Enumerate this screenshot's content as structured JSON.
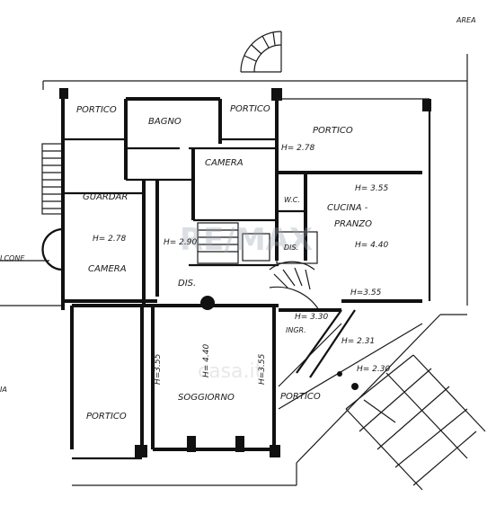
{
  "labels": {
    "area": "AREA",
    "portico_top_left": "PORTICO",
    "bagno": "BAGNO",
    "portico_top_mid": "PORTICO",
    "portico_top_right": "PORTICO",
    "h_portico_right": "H= 2.78",
    "camera_top": "CAMERA",
    "guardar": "GUARDAR",
    "wc": "W.C.",
    "h_cucina": "H= 3.55",
    "cucina": "CUCINA -",
    "pranzo": "PRANZO",
    "h_camera_left": "H= 2.78",
    "h_center": "H= 2.90",
    "dis_small": "DIS.",
    "h_cucina2": "H= 4.40",
    "camera_left": "CAMERA",
    "balcone": "LCONE",
    "dis": "DIS.",
    "h_355_right": "H=3.55",
    "h_330": "H= 3.30",
    "ingr": "INGR.",
    "h_231": "H= 2.31",
    "h_230": "H= 2.30",
    "h_355_left": "H=3.55",
    "h_440_soggiorno": "H= 4.40",
    "h_355_mid": "H=3.55",
    "soggiorno": "SOGGIORNO",
    "portico_bottom_right": "PORTICO",
    "portico_bottom_left": "PORTICO",
    "left_edge": "IA"
  },
  "watermark": {
    "main": "RE/MAX",
    "secondary": "casa.it"
  },
  "colors": {
    "ink": "#111111",
    "watermark": "#9aa4b0",
    "watermark_red": "#d23a3a"
  }
}
